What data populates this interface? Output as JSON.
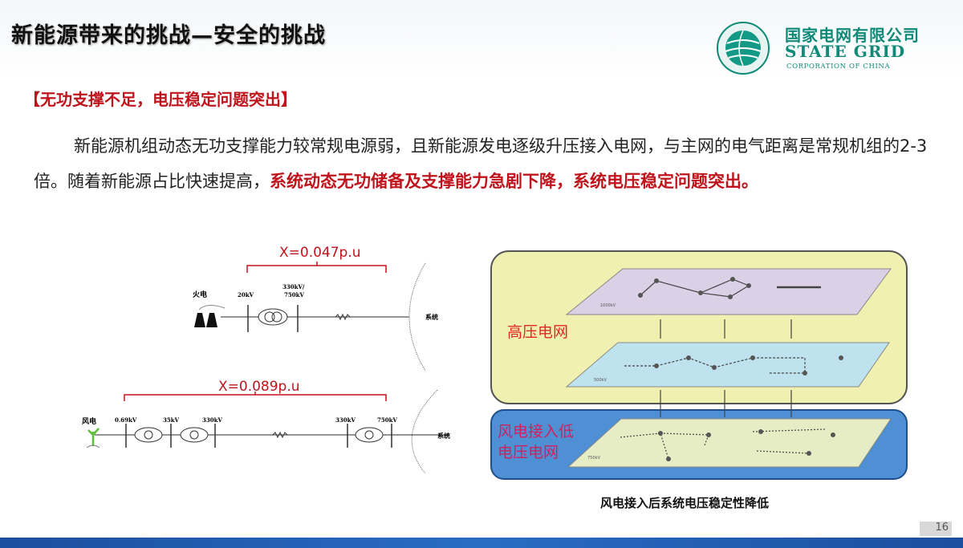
{
  "slide": {
    "title": "新能源带来的挑战—安全的挑战",
    "subtitle": "【无功支撑不足，电压稳定问题突出】",
    "paragraph": {
      "normal_1": "新能源机组动态无功支撑能力较常规电源弱，且新能源发电逐级升压接入电网，与主网的电气距离是常规机组的2-3倍。随着新能源占比快速提高，",
      "highlight": "系统动态无功储备及支撑能力急剧下降，系统电压稳定问题突出",
      "normal_2": "。"
    },
    "page_number": "16"
  },
  "logo": {
    "name_cn": "国家电网有限公司",
    "name_en": "STATE GRID",
    "sub_en": "CORPORATION OF CHINA"
  },
  "thermal_diagram": {
    "reactance": "X=0.047p.u",
    "source_label": "火电",
    "bus_labels": [
      "20kV",
      "330kV/",
      "750kV"
    ],
    "system_label": "系统"
  },
  "wind_diagram": {
    "reactance": "X=0.089p.u",
    "source_label": "风电",
    "bus_labels": [
      "0.69kV",
      "35kV",
      "330kV",
      "330kV",
      "750kV"
    ],
    "system_label": "系统"
  },
  "grid_figure": {
    "high_voltage_label": "高压电网",
    "low_voltage_label_1": "风电接入低",
    "low_voltage_label_2": "电压电网",
    "layer_labels": [
      "1000kV",
      "500kV",
      "750kV"
    ],
    "caption": "风电接入后系统电压稳定性降低"
  },
  "colors": {
    "accent_red": "#c0141c",
    "brand_green": "#0f8a78",
    "footer_blue": "#1b4e9e"
  }
}
